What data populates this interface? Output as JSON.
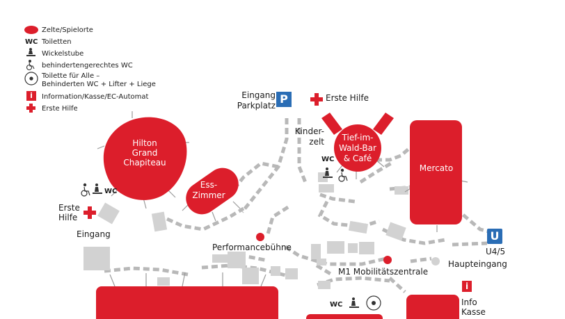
{
  "colors": {
    "red": "#dc1e2b",
    "gray": "#d2d2d2",
    "path": "#b8b8b8",
    "blue": "#2a6db5",
    "text": "#1a1a1a"
  },
  "legend": [
    {
      "icon": "tent-shape-icon",
      "label": "Zelte/Spielorte"
    },
    {
      "icon": "wc-icon",
      "label": "Toiletten"
    },
    {
      "icon": "baby-changing-icon",
      "label": "Wickelstube"
    },
    {
      "icon": "wheelchair-icon",
      "label": "behindertengerechtes WC"
    },
    {
      "icon": "toilet-for-all-icon",
      "label": "Toilette für Alle –\nBehinderten WC + Lifter + Liege"
    },
    {
      "icon": "info-icon",
      "label": "Information/Kasse/EC-Automat"
    },
    {
      "icon": "first-aid-cross-icon",
      "label": "Erste Hilfe"
    }
  ],
  "venues": {
    "hilton": "Hilton\nGrand\nChapiteau",
    "ess_zimmer": "Ess-\nZimmer",
    "tief_im_wald": "Tief-im-\nWald-Bar\n& Café",
    "mercato": "Mercato"
  },
  "labels": {
    "eingang_parkplatz": "Eingang\nParkplatz",
    "parking_letter": "P",
    "erste_hilfe_top": "Erste Hilfe",
    "kinderzelt": "Kinder-\nzelt",
    "erste_hilfe_left": "Erste\nHilfe",
    "eingang": "Eingang",
    "performancebuehne": "Performancebühne",
    "m1_mobilitaet": "M1 Mobilitätszentrale",
    "ubahn_letter": "U",
    "u45": "U4/5",
    "haupteingang": "Haupteingang",
    "info_letter": "i",
    "info_kasse": "Info\nKasse",
    "wc": "WC"
  }
}
